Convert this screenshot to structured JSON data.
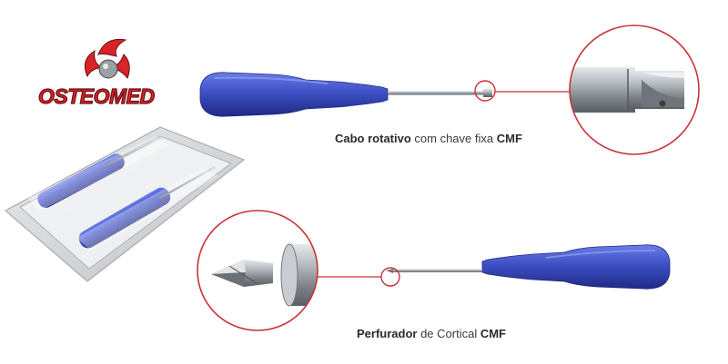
{
  "brand": {
    "name": "OSTEOMED",
    "color": "#d8232a"
  },
  "products": [
    {
      "caption_bold_1": "Cabo rotativo",
      "caption_regular": " com chave fixa ",
      "caption_bold_2": "CMF"
    },
    {
      "caption_bold_1": "Perfurador",
      "caption_regular": " de Cortical ",
      "caption_bold_2": "CMF"
    }
  ],
  "colors": {
    "handle": "#3d4fc4",
    "handle_dark": "#26339a",
    "circle_outline": "#c8323a",
    "shaft": "#9aa0a6"
  }
}
